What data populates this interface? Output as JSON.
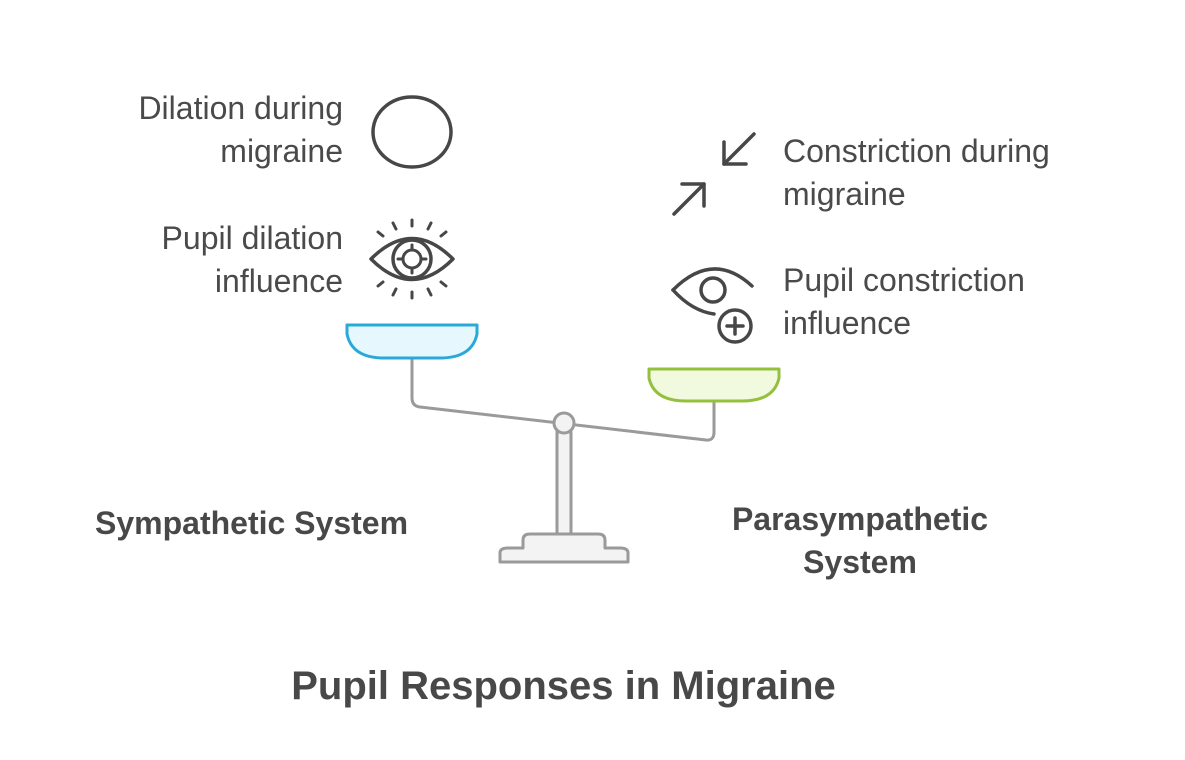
{
  "title": "Pupil Responses in Migraine",
  "left": {
    "system_label": "Sympathetic System",
    "items": [
      {
        "text_line1": "Dilation during",
        "text_line2": "migraine",
        "icon": "circle-icon"
      },
      {
        "text_line1": "Pupil dilation",
        "text_line2": "influence",
        "icon": "eye-target-icon"
      }
    ],
    "pan_color": "#E6F7FD",
    "pan_stroke": "#2AA9D9"
  },
  "right": {
    "system_label_line1": "Parasympathetic",
    "system_label_line2": "System",
    "items": [
      {
        "text_line1": "Constriction during",
        "text_line2": "migraine",
        "icon": "minimize-arrows-icon"
      },
      {
        "text_line1": "Pupil constriction",
        "text_line2": "influence",
        "icon": "eye-plus-icon"
      }
    ],
    "pan_color": "#F1F9DE",
    "pan_stroke": "#93C13E"
  },
  "colors": {
    "text": "#4A4A4A",
    "icon_stroke": "#474747",
    "scale_stroke": "#9A9A9A",
    "scale_fill": "#F3F3F3"
  }
}
